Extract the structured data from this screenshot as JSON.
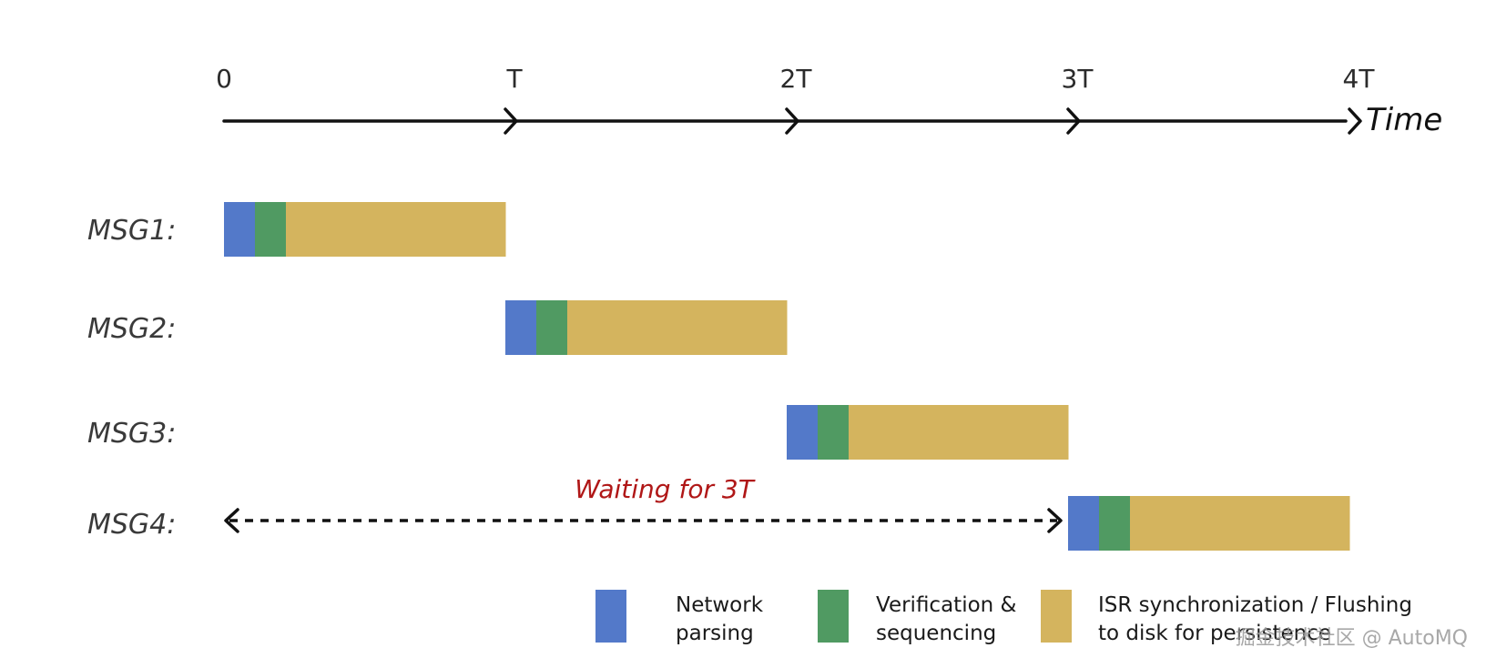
{
  "colors": {
    "network": "#5379c9",
    "verification": "#509a62",
    "isr": "#d4b45e",
    "axis": "#111111",
    "wait": "#b01717"
  },
  "axis": {
    "ticks": [
      "0",
      "T",
      "2T",
      "3T",
      "4T"
    ],
    "name": "Time"
  },
  "messages": [
    {
      "label": "MSG1:",
      "start": 0
    },
    {
      "label": "MSG2:",
      "start": 1
    },
    {
      "label": "MSG3:",
      "start": 2
    },
    {
      "label": "MSG4:",
      "start": 3
    }
  ],
  "phases": [
    {
      "key": "network",
      "fraction": 0.11
    },
    {
      "key": "verification",
      "fraction": 0.11
    },
    {
      "key": "isr",
      "fraction": 0.78
    }
  ],
  "wait": {
    "label": "Waiting for 3T",
    "from": 0,
    "to": 3
  },
  "legend": [
    {
      "key": "network",
      "line1": "Network",
      "line2": "parsing"
    },
    {
      "key": "verification",
      "line1": "Verification &",
      "line2": "sequencing"
    },
    {
      "key": "isr",
      "line1": "ISR synchronization / Flushing",
      "line2": "to disk for persistence"
    }
  ],
  "watermark": "掘金技术社区 @ AutoMQ"
}
